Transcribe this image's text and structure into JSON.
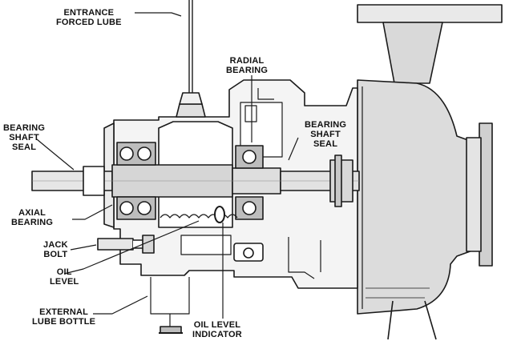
{
  "diagram": {
    "labels": {
      "entrance_forced_lube": [
        "ENTRANCE",
        "FORCED LUBE"
      ],
      "radial_bearing": [
        "RADIAL",
        "BEARING"
      ],
      "bearing_shaft_seal_left": [
        "BEARING",
        "SHAFT",
        "SEAL"
      ],
      "bearing_shaft_seal_right": [
        "BEARING",
        "SHAFT",
        "SEAL"
      ],
      "axial_bearing": [
        "AXIAL",
        "BEARING"
      ],
      "jack_bolt": [
        "JACK",
        "BOLT"
      ],
      "oil_level": [
        "OIL",
        "LEVEL"
      ],
      "external_lube_bottle": [
        "EXTERNAL",
        "LUBE BOTTLE"
      ],
      "oil_level_indicator": [
        "OIL LEVEL",
        "INDICATOR"
      ]
    }
  }
}
